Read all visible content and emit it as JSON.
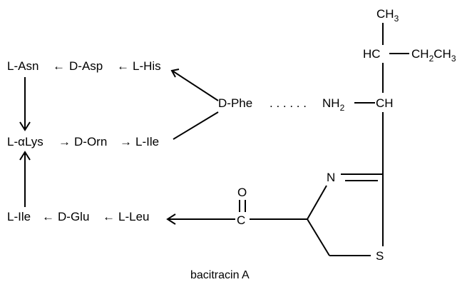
{
  "diagram": {
    "caption": "bacitracin A",
    "colors": {
      "ink": "#000000",
      "background": "#ffffff"
    },
    "peptide_ring": {
      "row1": {
        "asn": "L-Asn",
        "asp": "D-Asp",
        "his": "L-His"
      },
      "row2": {
        "prefix": "L-",
        "alpha": "α",
        "lys": "Lys",
        "orn": "D-Orn",
        "ile": "L-Ile"
      },
      "row3": {
        "ile": "L-Ile",
        "glu": "D-Glu",
        "leu": "L-Leu"
      },
      "arrow_left": "←",
      "arrow_right": "→"
    },
    "phe": "D-Phe",
    "dots": ". . . . . .",
    "amine": {
      "nh": "NH",
      "sub": "2"
    },
    "side_chain": {
      "ch3": {
        "main": "CH",
        "sub": "3"
      },
      "hc": "HC",
      "ethyl": {
        "a": "CH",
        "a_sub": "2",
        "b": "CH",
        "b_sub": "3"
      },
      "ch": "CH"
    },
    "thiazoline": {
      "n": "N",
      "s": "S"
    },
    "carbonyl": {
      "o": "O",
      "c": "C"
    }
  }
}
